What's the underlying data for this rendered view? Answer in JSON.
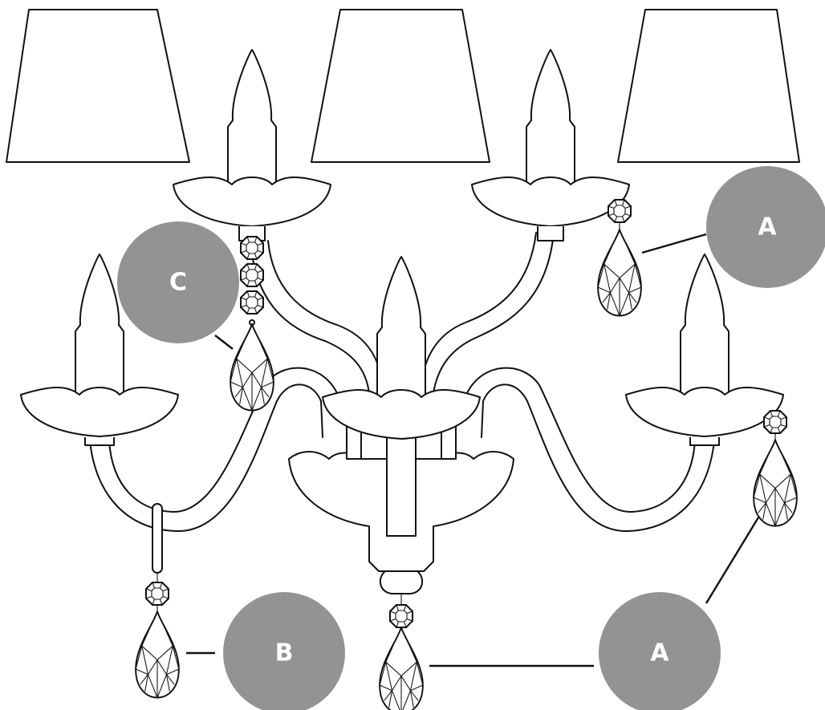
{
  "callouts": [
    {
      "id": "callout-a-top",
      "letter": "A"
    },
    {
      "id": "callout-c",
      "letter": "C"
    },
    {
      "id": "callout-b",
      "letter": "B"
    },
    {
      "id": "callout-a-bottom",
      "letter": "A"
    }
  ],
  "colors": {
    "callout_fill": "#939395",
    "callout_text": "#ffffff",
    "line": "#111111",
    "background": "#ffffff"
  }
}
